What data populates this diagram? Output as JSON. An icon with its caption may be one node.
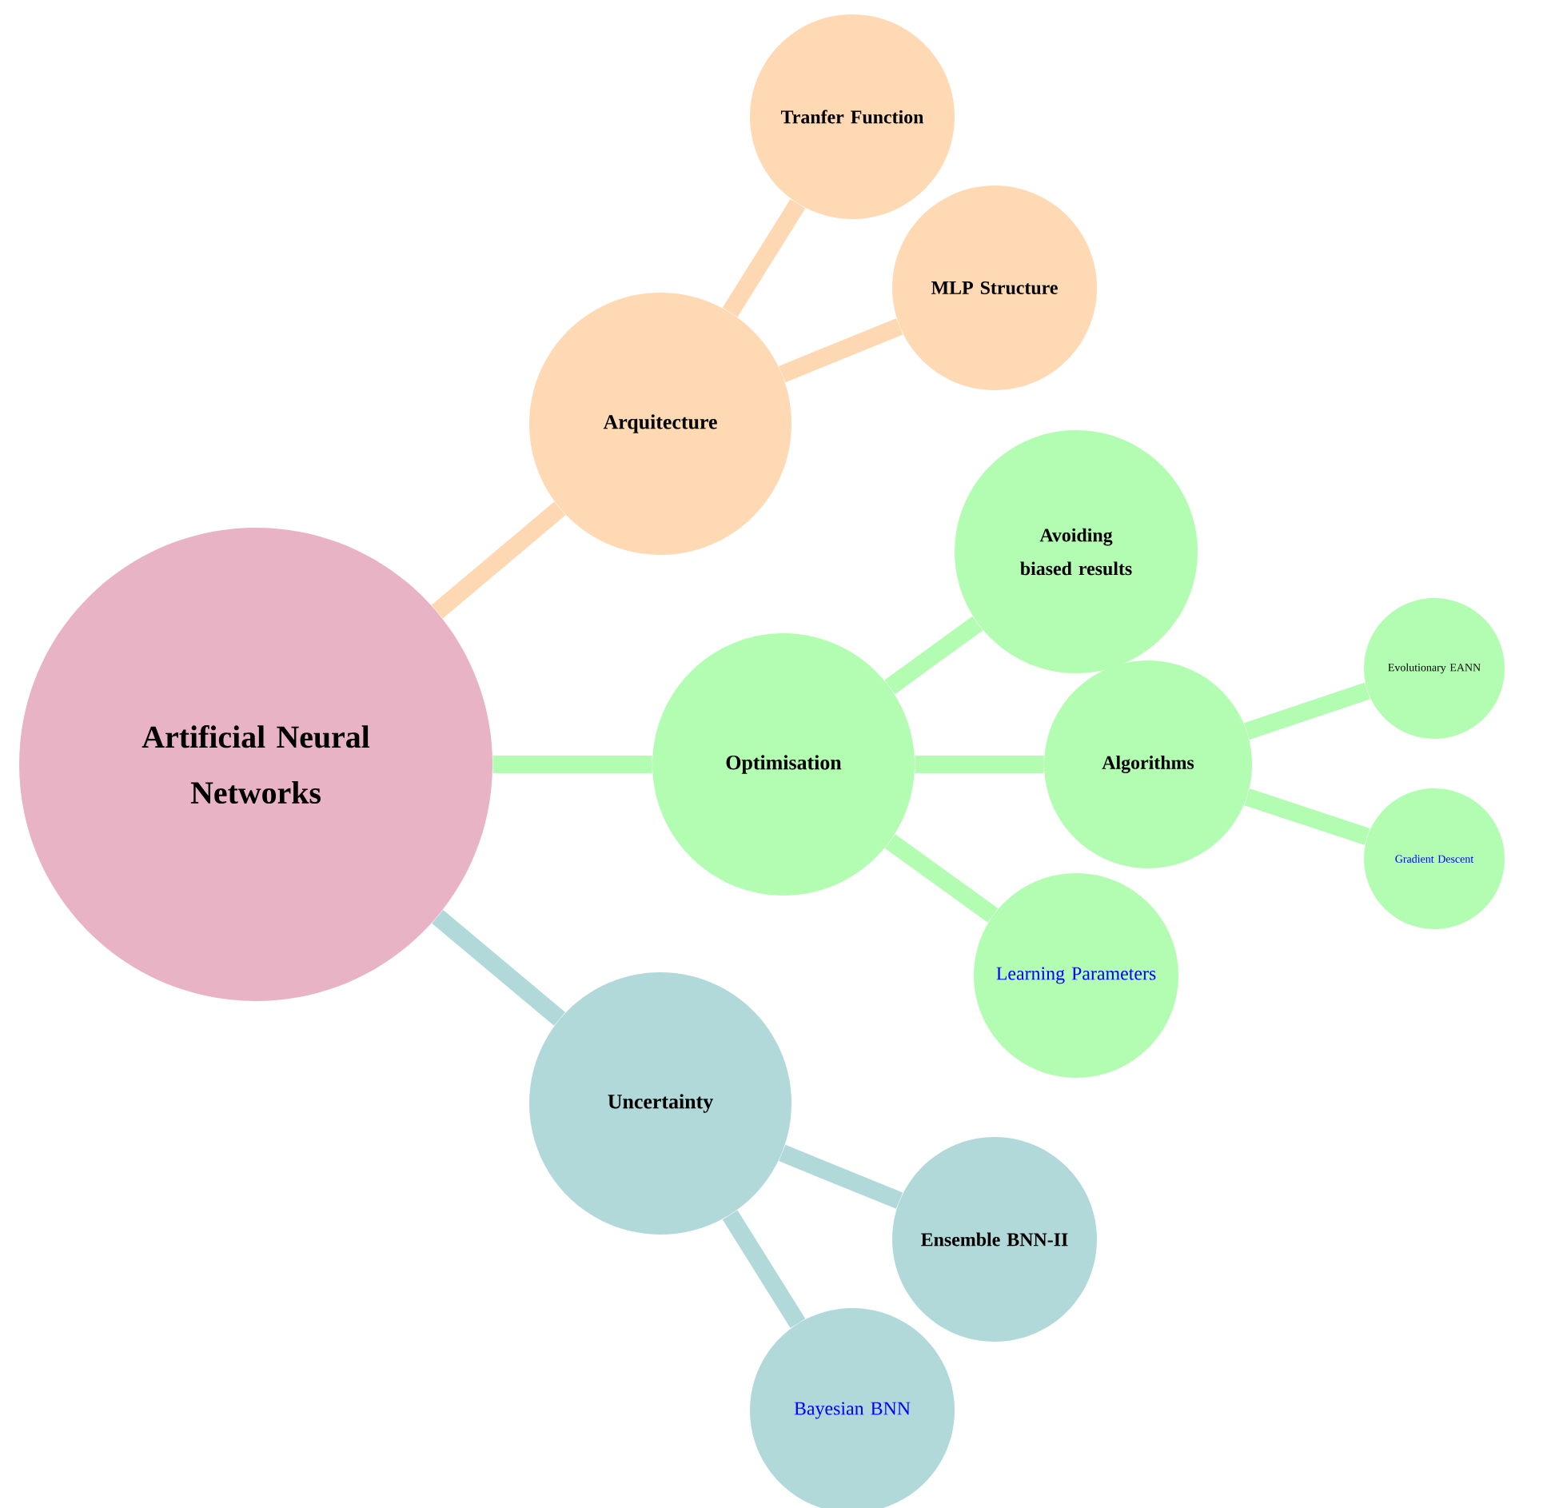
{
  "diagram": {
    "nodes": [
      {
        "text": [
          "Artificial Neural Networks"
        ]
      },
      {
        "text": [
          "Arquitecture"
        ]
      },
      {
        "text": [
          "Tranfer Function"
        ]
      },
      {
        "text": [
          "MLP Structure"
        ]
      },
      {
        "text": [
          "Optimisation"
        ]
      },
      {
        "text": [
          "Avoiding biased results"
        ]
      },
      {
        "text": [
          "Algorithms"
        ]
      },
      {
        "text": [
          "Evolutionary EANN"
        ]
      },
      {
        "text": [
          "Gradient Descent"
        ]
      },
      {
        "text": [
          "Learning Parameters"
        ]
      },
      {
        "text": [
          "Uncertainty"
        ]
      },
      {
        "text": [
          "Ensemble BNN-II"
        ]
      },
      {
        "text": [
          "Bayesian BNN"
        ]
      }
    ],
    "edges": [
      {
        "from": 0,
        "to": 1,
        "arrow": "none",
        "color": "#fdd8b2"
      },
      {
        "from": 1,
        "to": 2,
        "arrow": "none",
        "color": "#fdd8b2"
      },
      {
        "from": 1,
        "to": 3,
        "arrow": "none",
        "color": "#fdd8b2"
      },
      {
        "from": 0,
        "to": 4,
        "arrow": "none"
      },
      {
        "from": 4,
        "to": 5,
        "arrow": "none"
      },
      {
        "from": 4,
        "to": 6,
        "arrow": "none"
      },
      {
        "from": 6,
        "to": 7,
        "arrow": "none"
      },
      {
        "from": 6,
        "to": 8,
        "arrow": "none"
      },
      {
        "from": 4,
        "to": 9,
        "arrow": "none"
      },
      {
        "from": 0,
        "to": 10,
        "arrow": "none",
        "color": "#b1d9da"
      },
      {
        "from": 10,
        "to": 11,
        "arrow": "none",
        "color": "#b1d9da"
      },
      {
        "from": 10,
        "to": 12,
        "arrow": "none",
        "color": "#b1d9da"
      }
    ]
  }
}
